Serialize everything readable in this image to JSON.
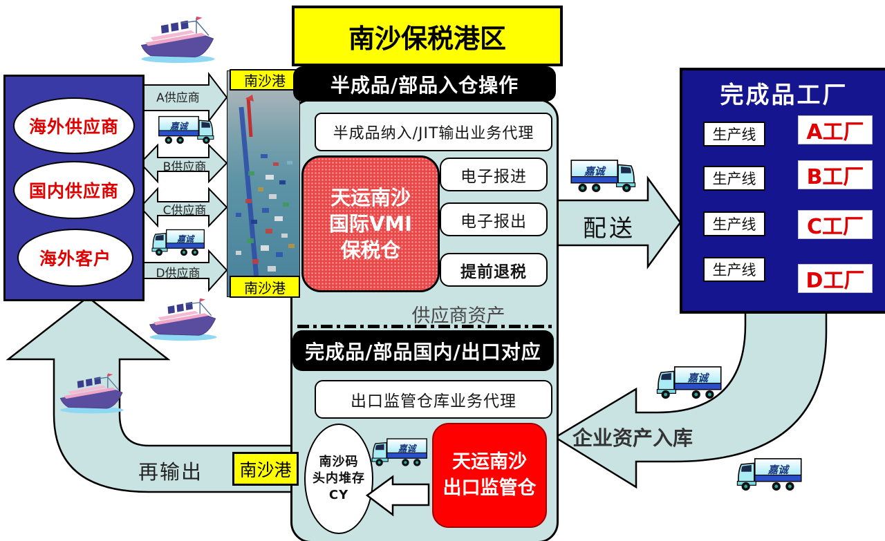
{
  "title": "南沙保税港区",
  "port_label": "南沙港",
  "truck_brand": "嘉诚",
  "left_panel": {
    "overseas_supplier": "海外供应商",
    "domestic_supplier": "国内供应商",
    "overseas_customer": "海外客户"
  },
  "supplier_arrows": {
    "a": "A供应商",
    "b": "B供应商",
    "c": "C供应商",
    "d": "D供应商"
  },
  "center_panel": {
    "inbound_header": "半成品/部品入仓操作",
    "jit_agent": "半成品纳入/JIT输出业务代理",
    "vmi_line1": "天运南沙",
    "vmi_line2": "国际VMI",
    "vmi_line3": "保税仓",
    "e_declare_in": "电子报进",
    "e_declare_out": "电子报出",
    "advance_tax_refund": "提前退税",
    "supplier_assets": "供应商资产",
    "outbound_header": "完成品/部品国内/出口对应",
    "export_agent": "出口监管仓库业务代理",
    "cy_line1": "南沙码",
    "cy_line2": "头内堆存",
    "cy_line3": "CY",
    "export_wh_line1": "天运南沙",
    "export_wh_line2": "出口监管仓"
  },
  "right_panel": {
    "title": "完成品工厂",
    "production_line": "生产线",
    "factory_a": "A工厂",
    "factory_b": "B工厂",
    "factory_c": "C工厂",
    "factory_d": "D工厂"
  },
  "flows": {
    "delivery": "配送",
    "asset_inbound": "企业资产入库",
    "re_export": "再输出"
  },
  "colors": {
    "accent_yellow": "#FFFF00",
    "panel_blue_left": "#3A3AA6",
    "panel_navy_right": "#15158F",
    "flow_fill": "#C9E3E3",
    "warehouse_red": "#FF0000",
    "vmi_red": "#E84848",
    "label_red": "#E00000"
  }
}
